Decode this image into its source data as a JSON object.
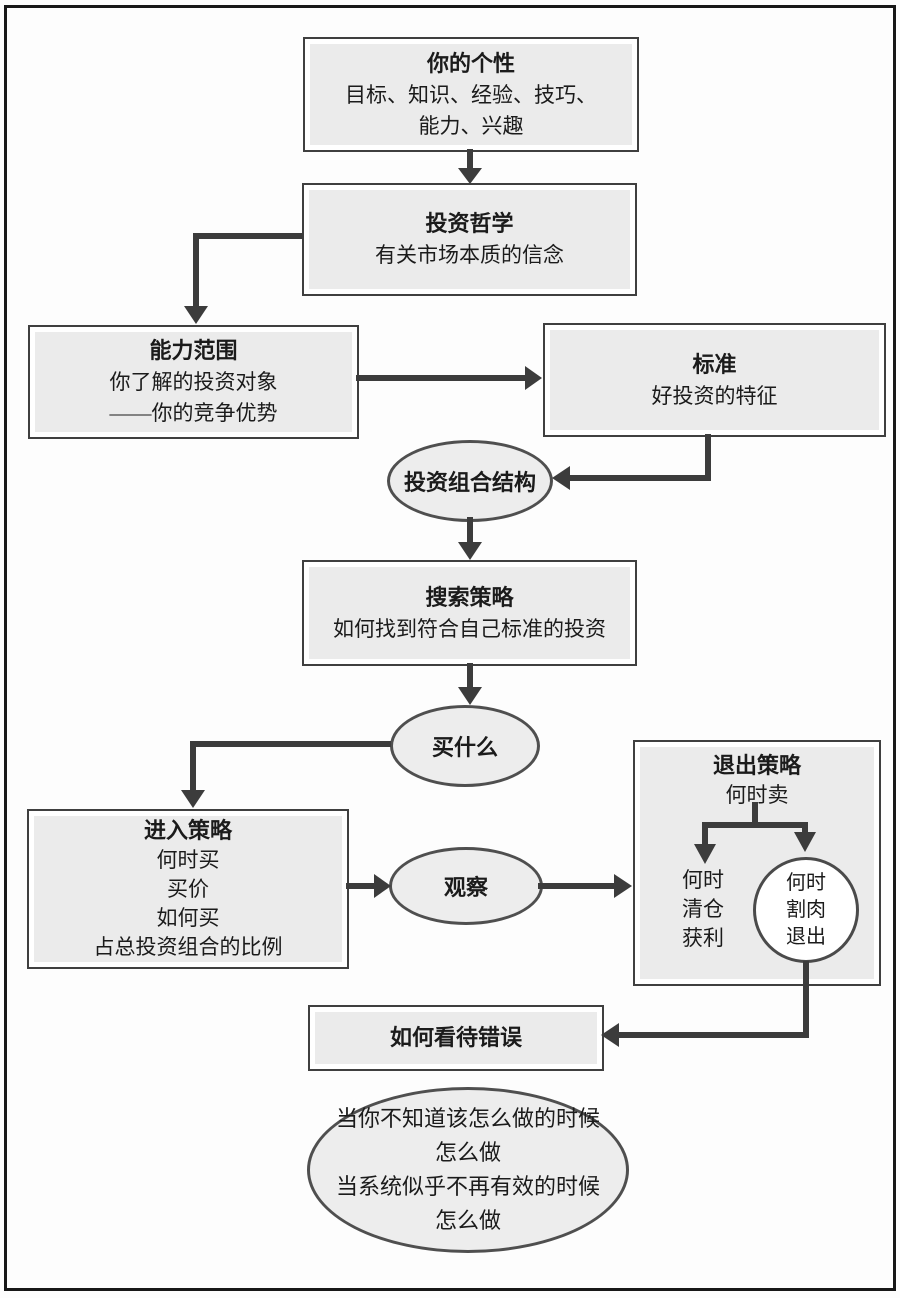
{
  "diagram": "investment-strategy-flowchart",
  "colors": {
    "box_fill": "#ebebeb",
    "box_border": "#3f3f3f",
    "arrow": "#3c3c3c",
    "page_border": "#181818",
    "circle_fill": "#ffffff"
  },
  "nodes": {
    "personality": {
      "title": "你的个性",
      "lines": [
        "目标、知识、经验、技巧、",
        "能力、兴趣"
      ]
    },
    "philosophy": {
      "title": "投资哲学",
      "lines": [
        "有关市场本质的信念"
      ]
    },
    "competence": {
      "title": "能力范围",
      "lines": [
        "你了解的投资对象",
        "——你的竞争优势"
      ]
    },
    "criteria": {
      "title": "标准",
      "lines": [
        "好投资的特征"
      ]
    },
    "portfolio_structure": {
      "label": "投资组合结构"
    },
    "search_strategy": {
      "title": "搜索策略",
      "lines": [
        "如何找到符合自己标准的投资"
      ]
    },
    "what_to_buy": {
      "label": "买什么"
    },
    "entry_strategy": {
      "title": "进入策略",
      "lines": [
        "何时买",
        "买价",
        "如何买",
        "占总投资组合的比例"
      ]
    },
    "observe": {
      "label": "观察"
    },
    "exit_strategy": {
      "title": "退出策略",
      "subtitle": "何时卖",
      "left_branch": [
        "何时",
        "清仓",
        "获利"
      ],
      "right_branch": [
        "何时",
        "割肉",
        "退出"
      ]
    },
    "handle_mistakes": {
      "title": "如何看待错误"
    },
    "fallback": {
      "lines": [
        "当你不知道该怎么做的时候",
        "怎么做",
        "当系统似乎不再有效的时候",
        "怎么做"
      ]
    }
  }
}
